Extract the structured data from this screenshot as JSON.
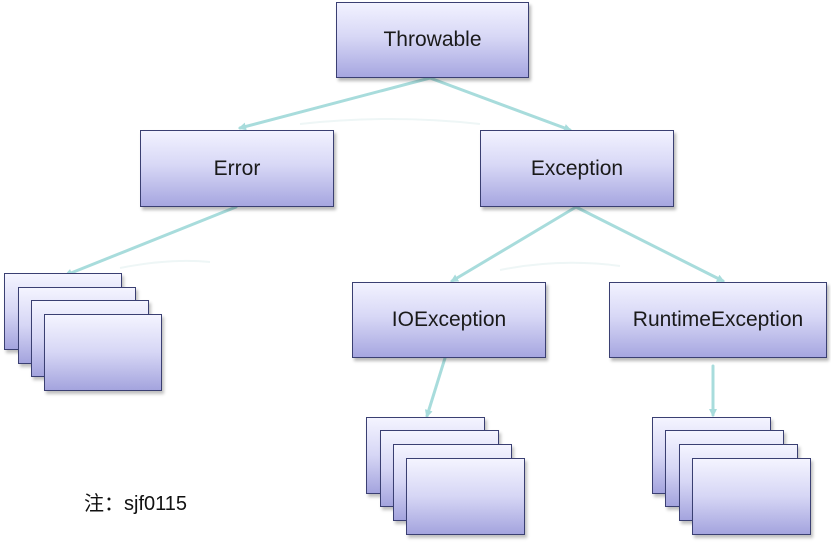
{
  "diagram": {
    "nodes": {
      "throwable": "Throwable",
      "error": "Error",
      "exception": "Exception",
      "ioexception": "IOException",
      "runtimeexception": "RuntimeException"
    },
    "note": {
      "prefix": "注：",
      "author": "sjf0115"
    }
  },
  "colors": {
    "arrow": "#a8dcdc",
    "node_border": "#3a3f72",
    "node_top": "#f2f2ff",
    "node_bottom": "#a6a6e0"
  }
}
